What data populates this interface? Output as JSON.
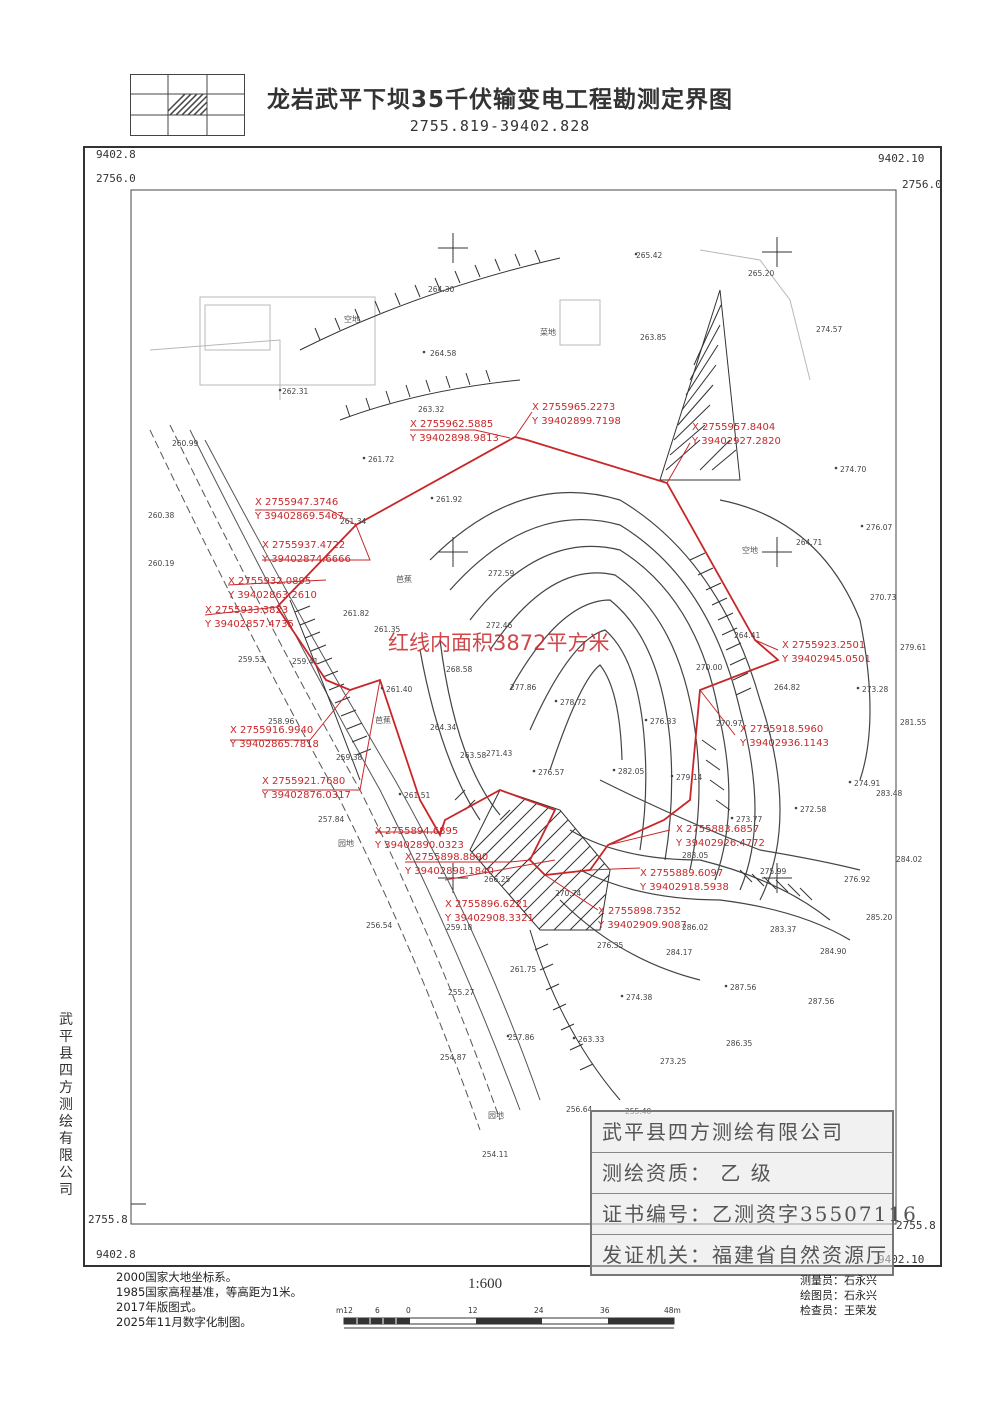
{
  "title": "龙岩武平下坝35千伏输变电工程勘测定界图",
  "sheet_number": "2755.819-39402.828",
  "corners": {
    "top_left_y": "9402.8",
    "top_left_x": "2756.0",
    "top_right_y": "9402.10",
    "top_right_x": "2756.0",
    "bottom_left_x": "2755.8",
    "bottom_left_y": "9402.8",
    "bottom_right_x": "2755.8",
    "bottom_right_y": "9402.10"
  },
  "area_label": "红线内面积3872平方米",
  "boundary_points": [
    {
      "x": "X 2755965.2273",
      "y": "Y 39402899.7198"
    },
    {
      "x": "X 2755962.5885",
      "y": "Y 39402898.9813"
    },
    {
      "x": "X 2755957.8404",
      "y": "Y 39402927.2820"
    },
    {
      "x": "X 2755947.3746",
      "y": "Y 39402869.5467"
    },
    {
      "x": "X 2755937.4722",
      "y": "Y 39402874.6666"
    },
    {
      "x": "X 2755932.0895",
      "y": "Y 39402863.2610"
    },
    {
      "x": "X 2755933.3823",
      "y": "Y 39402857.4735"
    },
    {
      "x": "X 2755923.2501",
      "y": "Y 39402945.0501"
    },
    {
      "x": "X 2755918.5960",
      "y": "Y 39402936.1143"
    },
    {
      "x": "X 2755916.9940",
      "y": "Y 39402865.7818"
    },
    {
      "x": "X 2755921.7680",
      "y": "Y 39402876.0317"
    },
    {
      "x": "X 2755894.6895",
      "y": "Y 39402890.0323"
    },
    {
      "x": "X 2755898.8890",
      "y": "Y 39402898.1840"
    },
    {
      "x": "X 2755883.6857",
      "y": "Y 39402926.4772"
    },
    {
      "x": "X 2755889.6097",
      "y": "Y 39402918.5938"
    },
    {
      "x": "X 2755896.6221",
      "y": "Y 39402908.3321"
    },
    {
      "x": "X 2755898.7352",
      "y": "Y 39402909.9087"
    }
  ],
  "elevations": [
    "264.30",
    "264.58",
    "262.31",
    "263.32",
    "261.72",
    "260.99",
    "260.38",
    "260.19",
    "261.34",
    "261.92",
    "261.82",
    "261.35",
    "259.53",
    "259.41",
    "261.40",
    "258.96",
    "259.38",
    "261.51",
    "257.84",
    "256.54",
    "255.27",
    "254.87",
    "254.11",
    "256.64",
    "255.40",
    "257.86",
    "263.33",
    "273.25",
    "274.38",
    "261.75",
    "259.18",
    "266.25",
    "270.74",
    "276.35",
    "284.17",
    "286.02",
    "287.56",
    "286.35",
    "287.56",
    "283.37",
    "284.90",
    "285.20",
    "276.92",
    "275.99",
    "283.05",
    "273.77",
    "272.58",
    "274.91",
    "283.48",
    "281.55",
    "284.02",
    "279.61",
    "273.28",
    "270.73",
    "276.07",
    "274.70",
    "274.57",
    "265.42",
    "264.71",
    "270.00",
    "276.33",
    "278.72",
    "277.86",
    "272.59",
    "268.58",
    "272.46",
    "264.34",
    "271.43",
    "276.57",
    "282.05",
    "279.14",
    "270.97",
    "264.41",
    "264.82",
    "263.85",
    "265.20",
    "263.58"
  ],
  "annotations": {
    "field": "空地",
    "ridge": "芭蕉",
    "garden": "园地",
    "terrace": "菜地"
  },
  "surveyor_company": "武平县四方测绘有限公司",
  "notes": [
    "2000国家大地坐标系。",
    "1985国家高程基准，等高距为1米。",
    "2017年版图式。",
    "2025年11月数字化制图。"
  ],
  "scale_text": "1:600",
  "scale_bar": {
    "ticks": [
      "m12",
      "6",
      "0",
      "12",
      "24",
      "36",
      "48m"
    ]
  },
  "staff": {
    "surveyor": "测量员：石永兴",
    "drafter": "绘图员：石永兴",
    "checker": "检查员：王荣发"
  },
  "stamp": {
    "company": "武平县四方测绘有限公司",
    "qualification": "测绘资质：   乙  级",
    "cert_no": "证书编号：乙测资字35507116",
    "issuer": "发证机关：福建省自然资源厅"
  },
  "colors": {
    "red_line": "#c8272a",
    "ink": "#333333",
    "contour": "#444444"
  }
}
